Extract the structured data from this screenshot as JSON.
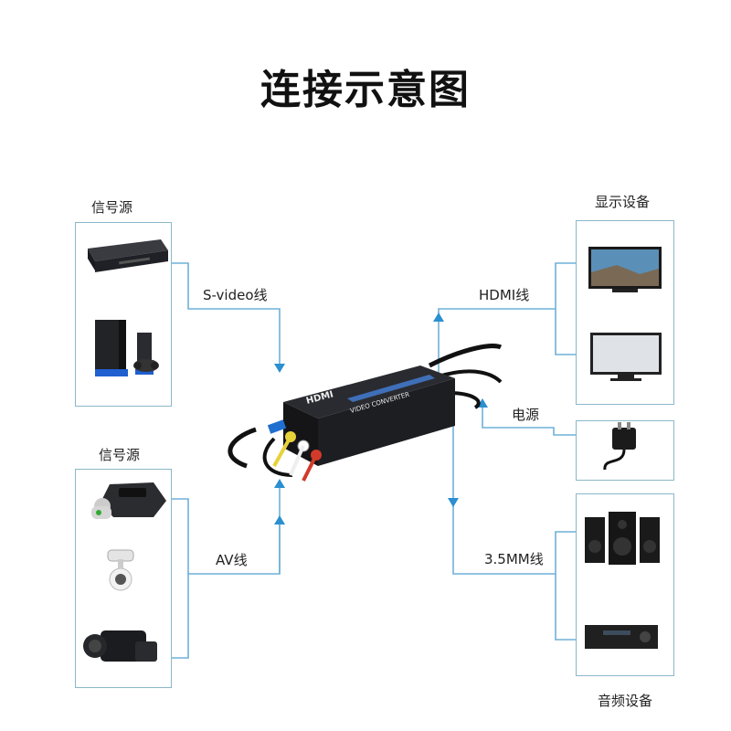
{
  "title": "连接示意图",
  "labels": {
    "signal_source_top": "信号源",
    "signal_source_bottom": "信号源",
    "display_device": "显示设备",
    "audio_device": "音频设备",
    "svideo_cable": "S-video线",
    "av_cable": "AV线",
    "hdmi_cable": "HDMI线",
    "power": "电源",
    "audio_cable": "3.5MM线"
  },
  "device": {
    "brand": "HDMI",
    "name": "VIDEO CONVERTER"
  },
  "colors": {
    "connector_line": "#6fb0d8",
    "arrow": "#2b8fd0",
    "box_border": "#8ab8c8",
    "device_body": "#1d1e22"
  }
}
